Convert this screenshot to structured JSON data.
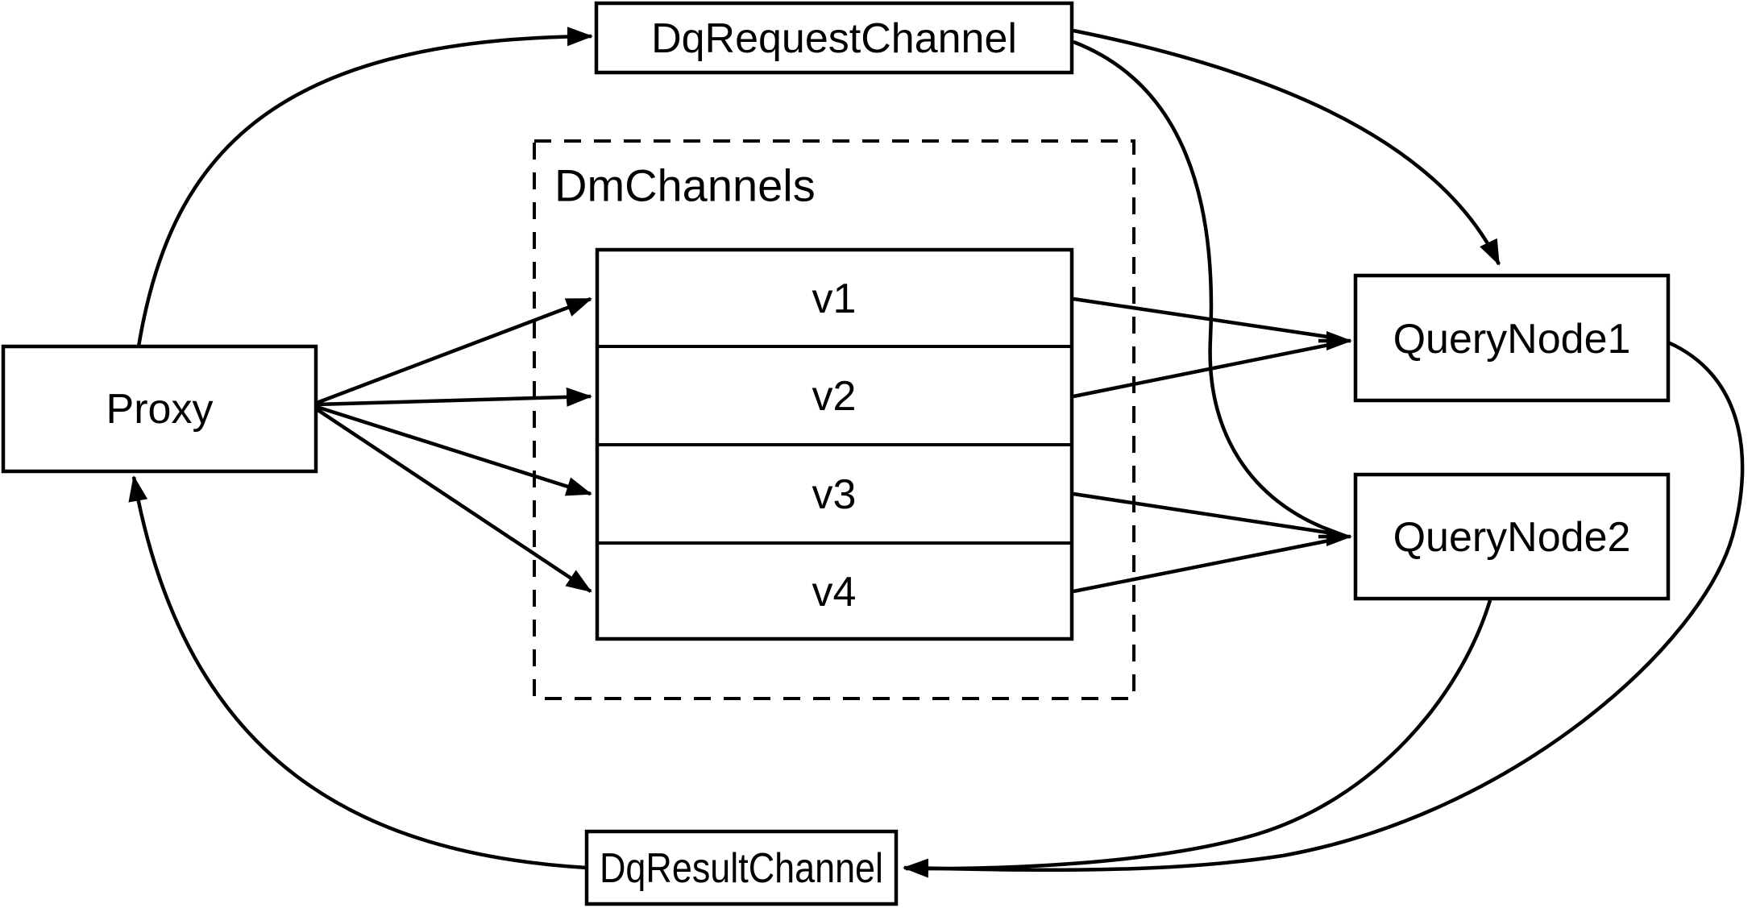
{
  "colors": {
    "background": "#ffffff",
    "line": "#000000",
    "node_fill": "#ffffff"
  },
  "diagram": {
    "nodes": {
      "proxy": {
        "label": "Proxy"
      },
      "dq_request_channel": {
        "label": "DqRequestChannel"
      },
      "dm_channels": {
        "label": "DmChannels"
      },
      "query_node_1": {
        "label": "QueryNode1"
      },
      "query_node_2": {
        "label": "QueryNode2"
      },
      "dq_result_channel": {
        "label": "DqResultChannel"
      }
    },
    "channels": [
      {
        "label": "v1"
      },
      {
        "label": "v2"
      },
      {
        "label": "v3"
      },
      {
        "label": "v4"
      }
    ],
    "edges": [
      {
        "from": "Proxy",
        "to": "DqRequestChannel"
      },
      {
        "from": "Proxy",
        "to": "v1"
      },
      {
        "from": "Proxy",
        "to": "v2"
      },
      {
        "from": "Proxy",
        "to": "v3"
      },
      {
        "from": "Proxy",
        "to": "v4"
      },
      {
        "from": "v1",
        "to": "QueryNode1"
      },
      {
        "from": "v2",
        "to": "QueryNode1"
      },
      {
        "from": "v3",
        "to": "QueryNode2"
      },
      {
        "from": "v4",
        "to": "QueryNode2"
      },
      {
        "from": "DqRequestChannel",
        "to": "QueryNode1"
      },
      {
        "from": "DqRequestChannel",
        "to": "QueryNode2"
      },
      {
        "from": "QueryNode1",
        "to": "DqResultChannel"
      },
      {
        "from": "QueryNode2",
        "to": "DqResultChannel"
      },
      {
        "from": "DqResultChannel",
        "to": "Proxy"
      }
    ]
  }
}
